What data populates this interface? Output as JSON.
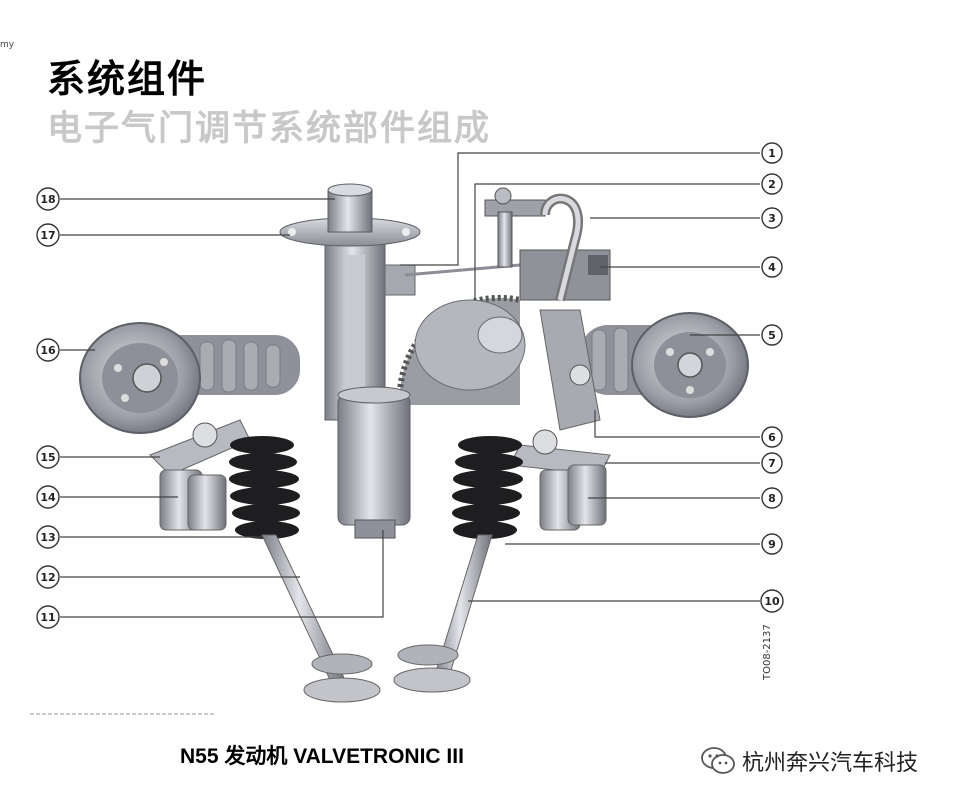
{
  "corner_text": "my",
  "title": "系统组件",
  "subtitle": "电子气门调节系统部件组成",
  "caption": "N55 发动机  VALVETRONIC III",
  "brand": "杭州奔兴汽车科技",
  "figure_id": "TO08-2137",
  "callouts": {
    "c1": "1",
    "c2": "2",
    "c3": "3",
    "c4": "4",
    "c5": "5",
    "c6": "6",
    "c7": "7",
    "c8": "8",
    "c9": "9",
    "c10": "10",
    "c11": "11",
    "c12": "12",
    "c13": "13",
    "c14": "14",
    "c15": "15",
    "c16": "16",
    "c17": "17",
    "c18": "18"
  }
}
